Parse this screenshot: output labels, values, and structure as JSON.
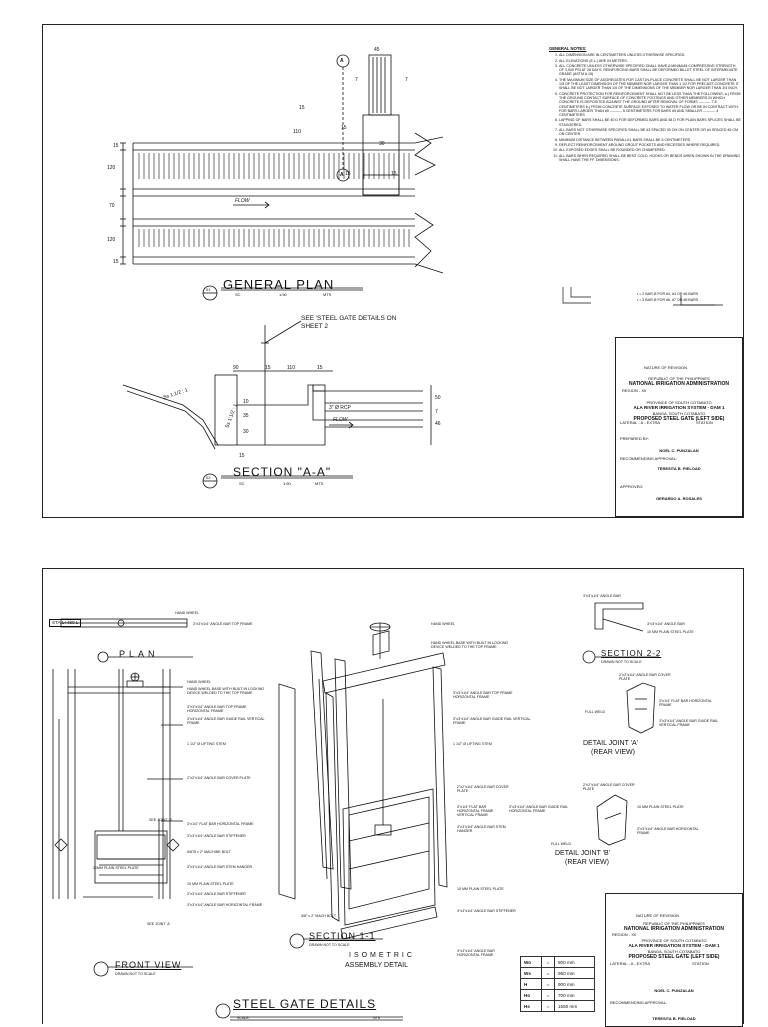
{
  "sheet1": {
    "general_plan_title": "GENERAL PLAN",
    "general_plan_scale": "SC",
    "general_plan_ratio": "1:50",
    "general_plan_units": "MTS",
    "general_plan_ref": "01",
    "section_title": "SECTION \"A-A\"",
    "section_scale": "SC",
    "section_ratio": "1:60",
    "section_units": "MTS",
    "section_ref": "02",
    "flow_label": "FLOW",
    "callout": "SEE 'STEEL GATE DETAILS ON SHEET 2",
    "rcp_label": "3\" Ø RCP",
    "slope_left": "Ss 1:1/2 : 1",
    "slope_mid": "Ss 1:1/2 : 1",
    "plan_dims": {
      "d45": "45",
      "d7a": "7",
      "d7b": "7",
      "d15a": "15",
      "d110": "110",
      "d15b": "15",
      "d30": "30",
      "d15c": "15",
      "d15d": "15",
      "left15a": "15",
      "left120a": "120",
      "left70": "70",
      "left120b": "120",
      "left15b": "15",
      "markA1": "A",
      "markA2": "A",
      "ref01": "01"
    },
    "section_dims": {
      "d90": "90",
      "d15a": "15",
      "d110": "110",
      "d15b": "15",
      "d50": "50",
      "d7": "7",
      "d46": "46",
      "d10": "10",
      "d35": "35",
      "d30": "30",
      "d15c": "15"
    },
    "notes_heading": "GENERAL NOTES:",
    "notes": [
      "ALL DIMENSION ARE IN CENTIMETERS UNLESS OTHERWISE SPECIFIED.",
      "ALL ELEVATIONS (E.L.) ARE IN METERS.",
      "ALL CONCRETE UNLESS OTHERWISE SPECIFIED SHALL HAVE A MINIMUM COMPRESSIVE STRENGTH OF 3,000 PSI AT 28 DAYS. REINFORCING BARS SHALL BE DEFORMED BILLET STEEL OF INTERMEDIATE GRADE (ASTM A 15)",
      "THE MAXIMUM SIZE OF AGGREGATES FOR CAST-IN-PLACE CONCRETE SHALL BE NOT LARGER THAN 1/5 OF THE LEAST DIMENSION OF THE MEMBER NOR LARGER THAN 1 1/2 FOR PRECAST CONCRETE IT SHALL BE NOT LARGER THAN 1/5 OF THE DIMENSIONS OF THE MEMBER NOR LARGER THAN 3/4 INCH.",
      "CONCRETE PROTECTION FOR REINFORCEMENT SHALL NOT BE LESS THAN THE FOLLOWING: a.) FROM THE GROUND CONTACT SURFACE OF CONCRETE FOOTINGS AND OTHER MEMBERS IN WHICH CONCRETE IS DEPOSITED AGAINST THE GROUND AFTER REMOVAL OF FORMS ---------- 7.5 CENTIMETERS b.) FROM CONCRETE SURFACE EXPOSED TO WATER FLOW OR BE IN CONTRACT WITH: FOR BARS LARGER THAN #5 ---------- 5 CENTIMETERS FOR BARS #5 AND SMALLER ---------- 4 CENTIMETERS",
      "LAPPING OF BARS SHALL BE 40 D FOR DEFORMED BARS AND 48 D FOR PLAIN BARS SPLICES SHALL BE STAGGERED.",
      "ALL BARS NOT OTHERWISE SPECIFIED SHALL BE #3 SPACED 30 CM ON CENTER OR #4 SPACED 45 CM ON CENTER.",
      "MINIMUM DISTANCE BETWEEN PARALLEL BARS SHALL BE 5 CENTIMETERS.",
      "DEFLECT REINFORCEMENT AROUND GROUT POCKETS AND RECESSES WHERE REQUIRED.",
      "ALL EXPOSED EDGES SHALL BE ROUNDED OR CHAMFERED.",
      "ALL BARS WHEN REQUIRED SHALL BE BENT COLD. HOOKS OR BENDS WHEN SHOWN IN THE DRAWING SHALL HAVE THE FF. DIMENSIONS:"
    ],
    "hook_note_a": "r = 2 BAR Ø FOR #3, #4 OR #5 BARS",
    "hook_note_b": "r = 3 BAR Ø FOR #6, #7 OR #8 BARS",
    "title_block": {
      "republic": "REPUBLIC OF THE PHILIPPINES",
      "agency": "NATIONAL IRRIGATION ADMINISTRATION",
      "region": "REGION - XII",
      "province": "PROVINCE OF SOUTH COTABATO",
      "project": "ALA RIVER IRRIGATION SYSTEM - DAM 1",
      "municipality": "BANGA, SOUTH COTABATO",
      "drawing": "PROPOSED STEEL GATE (LEFT SIDE)",
      "lateral": "LATERAL - A - EXTRA",
      "station": "STATION",
      "recommending": "RECOMMENDING APPROVAL:",
      "approved": "APPROVED:",
      "name1": "NOEL C. PUNZALAN",
      "name2": "TERESITA B. PIELOAD",
      "name3": "GERARDO A. ROSALES",
      "nature": "NATURE OF REVISION",
      "prepared": "PREPARED BY:"
    }
  },
  "sheet2": {
    "plan_title": "PLAN",
    "plan_station": "STA 1+480 L",
    "section22_title": "SECTION 2-2",
    "section22_sub": "DRAWN NOT TO SCALE",
    "section11_title": "SECTION 1-1",
    "section11_sub": "DRAWN NOT TO SCALE",
    "front_view_title": "FRONT VIEW",
    "front_view_sub": "DRAWN NOT TO SCALE",
    "isometric_title_a": "ISOMETRIC",
    "isometric_title_b": "ASSEMBLY DETAIL",
    "main_title": "STEEL GATE DETAILS",
    "main_scale": "SCALE:",
    "main_nts": "NTS",
    "joint_a_title": "DETAIL JOINT 'A'",
    "joint_a_sub": "(REAR VIEW)",
    "joint_b_title": "DETAIL JOINT 'B'",
    "joint_b_sub": "(REAR VIEW)",
    "labels": {
      "hand_wheel_top": "HAND WHEEL",
      "angle_top_frame": "3\"x3\"x1/4\" ANGLE BAR TOP FRAME",
      "hand_wheel_fv": "HAND WHEEL",
      "hw_base": "HAND WHEEL BASE WITH BUILT IN LOCKING DEVICE WELDED TO THE TOP FRAME",
      "angle_top_horiz": "3\"x3\"x1/4\" ANGLE BAR TOP FRAME HORIZONTAL FRAME",
      "angle_guide_vert": "3\"x3\"x1/4\" ANGLE BAR GUIDE RAIL VERTICAL FRAME",
      "lifting_stem": "1 1/2\" Ø LIFTING STEM",
      "cover_plate": "2\"x2\"x1/4\" ANGLE BAR COVER PLATE",
      "see_joint_b": "SEE JOINT 'B'",
      "flat_bar": "3\"x1/4\" FLAT BAR HORIZONTAL FRAME",
      "stiffener": "3\"x3\"x1/4\" ANGLE BAR STIFFENER",
      "mach_bolt": "5/8\"Ø x 2\" MACHINE BOLT",
      "stem_hanger": "3\"x3\"x1/4\" ANGLE BAR STEM HANGER",
      "steel_plate": "10 MM PLAIN STEEL PLATE",
      "stiffener2": "3\"x3\"x1/4\" ANGLE BAR STIFFENER",
      "horiz_frame": "3\"x3\"x1/4\" ANGLE BAR HORIZONTAL FRAME",
      "see_joint_a": "SEE JOINT 'A'",
      "plain_steel_plate": "10MM PLAIN STEEL PLATE",
      "angle_bar_22": "3\"x3\"x1/4\" ANGLE BAR",
      "angle_bar_22b": "3\"x3\"x1/4\" ANGLE BAR",
      "plate_22": "10 MM PLAIN STEEL PLATE",
      "ja_cover": "2\"x2\"x1/4\" ANGLE BAR COVER PLATE",
      "ja_flat": "3\"x1/4\" FLAT BAR HORIZONTAL FRAME",
      "ja_guide": "3\"x3\"x1/4\" ANGLE BAR GUIDE RAIL VERTICAL FRAME",
      "full_weld_a": "FULL WELD",
      "jb_cover": "2\"x2\"x1/4\" ANGLE BAR COVER PLATE",
      "jb_plate": "10 MM PLAIN STEEL PLATE",
      "jb_angle": "3\"x3\"x1/4\" ANGLE BAR HORIZONTAL FRAME",
      "full_weld_b": "FULL WELD",
      "iso_hand_wheel": "HAND WHEEL",
      "iso_base": "HAND WHEEL BASE WITH BUILT IN LOCKING DEVICE WELDED TO THE TOP FRAME",
      "iso_top": "3\"x3\"x1/4\" ANGLE BAR TOP FRAME HORIZONTAL FRAME",
      "iso_guide": "3\"x3\"x1/4\" ANGLE BAR GUIDE RAIL VERTICAL FRAME",
      "iso_stem": "1 1/2\" Ø LIFTING STEM",
      "iso_cover": "2\"x2\"x1/4\" ANGLE BAR COVER PLATE",
      "iso_flat": "3\"x1/4\" FLAT BAR HORIZONTAL FRAME VERTICAL FRAME",
      "iso_guide2": "3\"x3\"x1/4\" ANGLE BAR GUIDE RAIL HORIZONTAL FRAME",
      "iso_hanger": "3\"x3\"x1/4\" ANGLE BAR STEM HANGER",
      "iso_plate": "10 MM PLAIN STEEL PLATE",
      "iso_stiff": "3\"x3\"x1/4\" ANGLE BAR STIFFENER",
      "iso_horiz": "3\"x3\"x1/4\" ANGLE BAR HORIZONTAL FRAME",
      "iso_bolt": "5/8\" x 2\" MACH BOLT"
    },
    "dims": [
      {
        "k": "Wo",
        "v": "800 mm"
      },
      {
        "k": "Ws",
        "v": "950 mm"
      },
      {
        "k": "H",
        "v": "900 mm"
      },
      {
        "k": "Ho",
        "v": "700 mm"
      },
      {
        "k": "Hs",
        "v": "1550 mm"
      }
    ],
    "eq": "=",
    "title_block": {
      "republic": "REPUBLIC OF THE PHILIPPINES",
      "agency": "NATIONAL IRRIGATION ADMINISTRATION",
      "region": "REGION - XII",
      "province": "PROVINCE OF SOUTH COTABATO",
      "project": "ALA RIVER IRRIGATION SYSTEM - DAM 1",
      "municipality": "BANGA, SOUTH COTABATO",
      "drawing": "PROPOSED STEEL GATE (LEFT SIDE)",
      "lateral": "LATERAL - A - EXTRA",
      "station": "STATION",
      "name1": "NOEL C. PUNZALAN",
      "name2": "TERESITA B. PIELOAD",
      "recommending": "RECOMMENDING APPROVAL:",
      "nature": "NATURE OF REVISION"
    }
  }
}
